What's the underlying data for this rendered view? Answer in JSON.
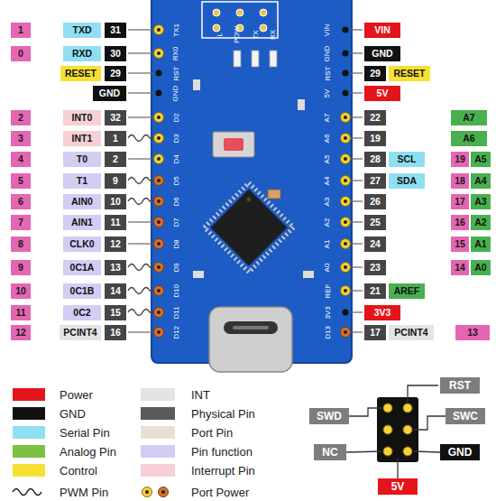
{
  "diagram": {
    "labels": [
      "1",
      "TXD",
      "31",
      "0",
      "RXD",
      "30",
      "RESET",
      "29",
      "GND",
      "2",
      "INT0",
      "32",
      "3",
      "INT1",
      "1",
      "4",
      "T0",
      "2",
      "5",
      "T1",
      "9",
      "6",
      "AIN0",
      "10",
      "7",
      "AIN1",
      "11",
      "8",
      "CLK0",
      "12",
      "9",
      "0C1A",
      "13",
      "10",
      "0C1B",
      "14",
      "11",
      "0C2",
      "15",
      "12",
      "PCINT4",
      "16",
      "VIN",
      "GND",
      "29",
      "RESET",
      "5V",
      "22",
      "A7",
      "19",
      "A6",
      "28",
      "SCL",
      "19",
      "A5",
      "27",
      "SDA",
      "18",
      "A4",
      "26",
      "17",
      "A3",
      "25",
      "16",
      "A2",
      "24",
      "15",
      "A1",
      "23",
      "14",
      "A0",
      "21",
      "AREF",
      "3V3",
      "17",
      "PCINT4",
      "13",
      "TX1",
      "RX0",
      "RST",
      "GND",
      "D2",
      "D3",
      "D4",
      "D5",
      "D6",
      "D7",
      "D8",
      "D9",
      "D10",
      "D11",
      "D12",
      "VIN",
      "GND",
      "RST",
      "5V",
      "A7",
      "A6",
      "A5",
      "A4",
      "A3",
      "A2",
      "A1",
      "A0",
      "REF",
      "3V3",
      "D13",
      "L",
      "POW",
      "TX",
      "RX",
      "RST",
      "SWD",
      "SWC",
      "NC",
      "GND",
      "5V"
    ],
    "legend": [
      {
        "text": "Power",
        "color": "#e3151b"
      },
      {
        "text": "GND",
        "color": "#111111"
      },
      {
        "text": "Serial Pin",
        "color": "#8fdff2"
      },
      {
        "text": "Analog Pin",
        "color": "#7cc242"
      },
      {
        "text": "Control",
        "color": "#f6e133"
      },
      {
        "text": "PWM Pin"
      },
      {
        "text": "INT",
        "color": "#e4e4e4"
      },
      {
        "text": "Physical Pin",
        "color": "#5a5a5a"
      },
      {
        "text": "Port Pin",
        "color": "#ecdfd2"
      },
      {
        "text": "Pin function",
        "color": "#d3ccf3"
      },
      {
        "text": "Interrupt Pin",
        "color": "#f7cfd5"
      },
      {
        "text": "Port Power"
      }
    ]
  }
}
